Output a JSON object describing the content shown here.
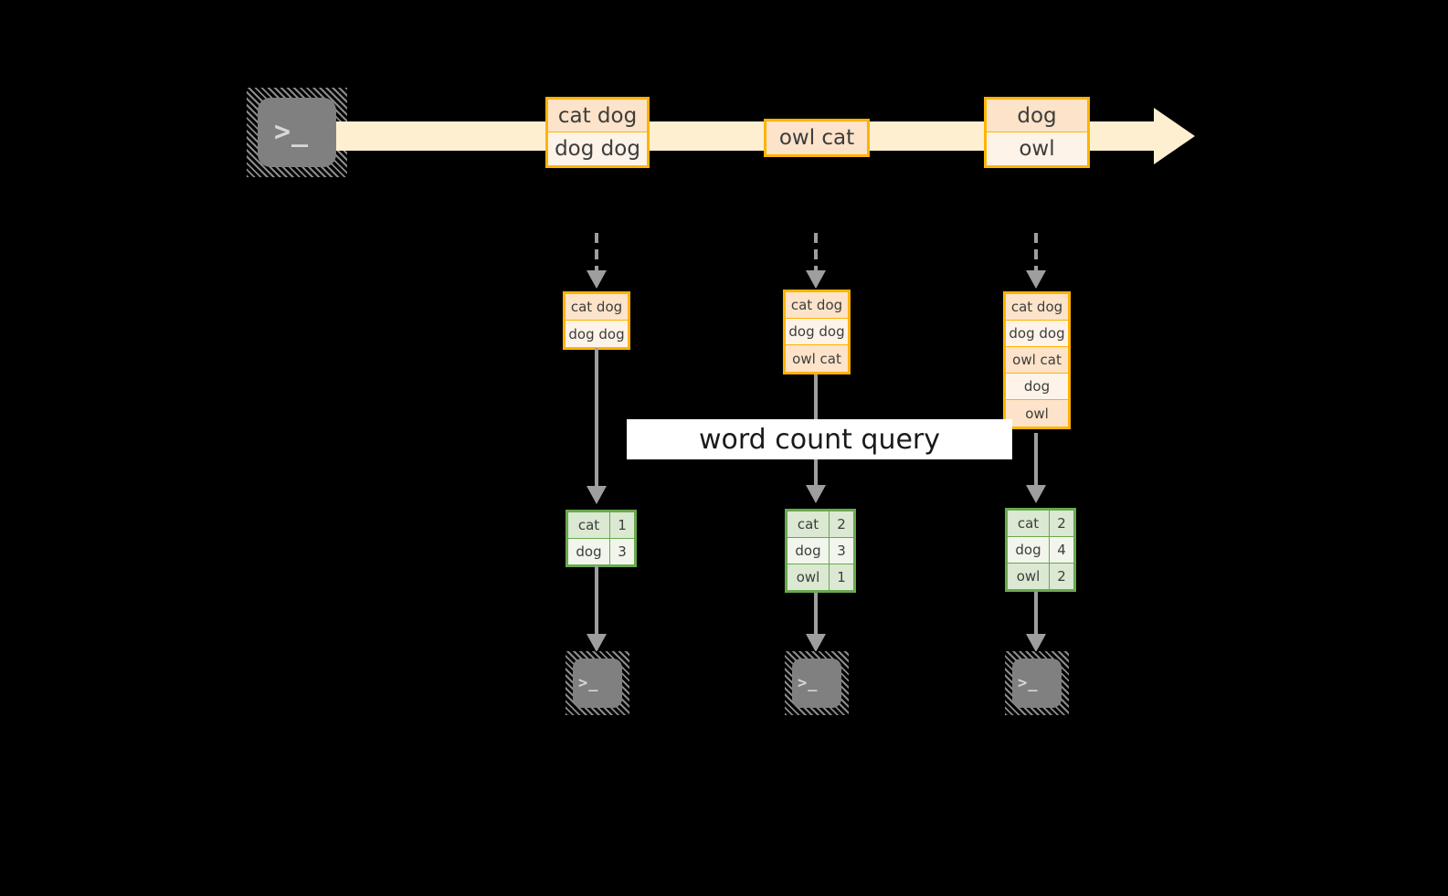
{
  "diagram": {
    "title": "word count query",
    "source_terminal": {
      "icon": "terminal-icon",
      "glyph": ">_"
    },
    "input_stream": {
      "records": [
        {
          "id": "rec-1",
          "lines": [
            "cat dog",
            "dog dog"
          ]
        },
        {
          "id": "rec-2",
          "lines": [
            "owl cat"
          ]
        },
        {
          "id": "rec-3",
          "lines": [
            "dog",
            "owl"
          ]
        }
      ]
    },
    "snapshots": [
      {
        "id": "snapshot-1",
        "accumulated": [
          "cat dog",
          "dog dog"
        ],
        "result": {
          "rows": [
            {
              "word": "cat",
              "count": "1"
            },
            {
              "word": "dog",
              "count": "3"
            }
          ]
        },
        "sink_terminal": {
          "icon": "terminal-icon",
          "glyph": ">_"
        }
      },
      {
        "id": "snapshot-2",
        "accumulated": [
          "cat dog",
          "dog dog",
          "owl cat"
        ],
        "result": {
          "rows": [
            {
              "word": "cat",
              "count": "2"
            },
            {
              "word": "dog",
              "count": "3"
            },
            {
              "word": "owl",
              "count": "1"
            }
          ]
        },
        "sink_terminal": {
          "icon": "terminal-icon",
          "glyph": ">_"
        }
      },
      {
        "id": "snapshot-3",
        "accumulated": [
          "cat dog",
          "dog dog",
          "owl cat",
          "dog",
          "owl"
        ],
        "result": {
          "rows": [
            {
              "word": "cat",
              "count": "2"
            },
            {
              "word": "dog",
              "count": "4"
            },
            {
              "word": "owl",
              "count": "2"
            }
          ]
        },
        "sink_terminal": {
          "icon": "terminal-icon",
          "glyph": ">_"
        }
      }
    ],
    "colors": {
      "background": "#000000",
      "stream_arrow": "#FDEFD0",
      "record_border": "#FFB300",
      "record_fill_a": "#FCE3C9",
      "record_fill_b": "#FDF3E8",
      "table_border": "#6AA84F",
      "table_fill_a": "#DBE8D2",
      "table_fill_b": "#F1F5EC",
      "connector": "#9E9E9E",
      "terminal_body": "#808080",
      "label_bg": "#FFFFFF",
      "text": "#3D3D3D"
    }
  }
}
